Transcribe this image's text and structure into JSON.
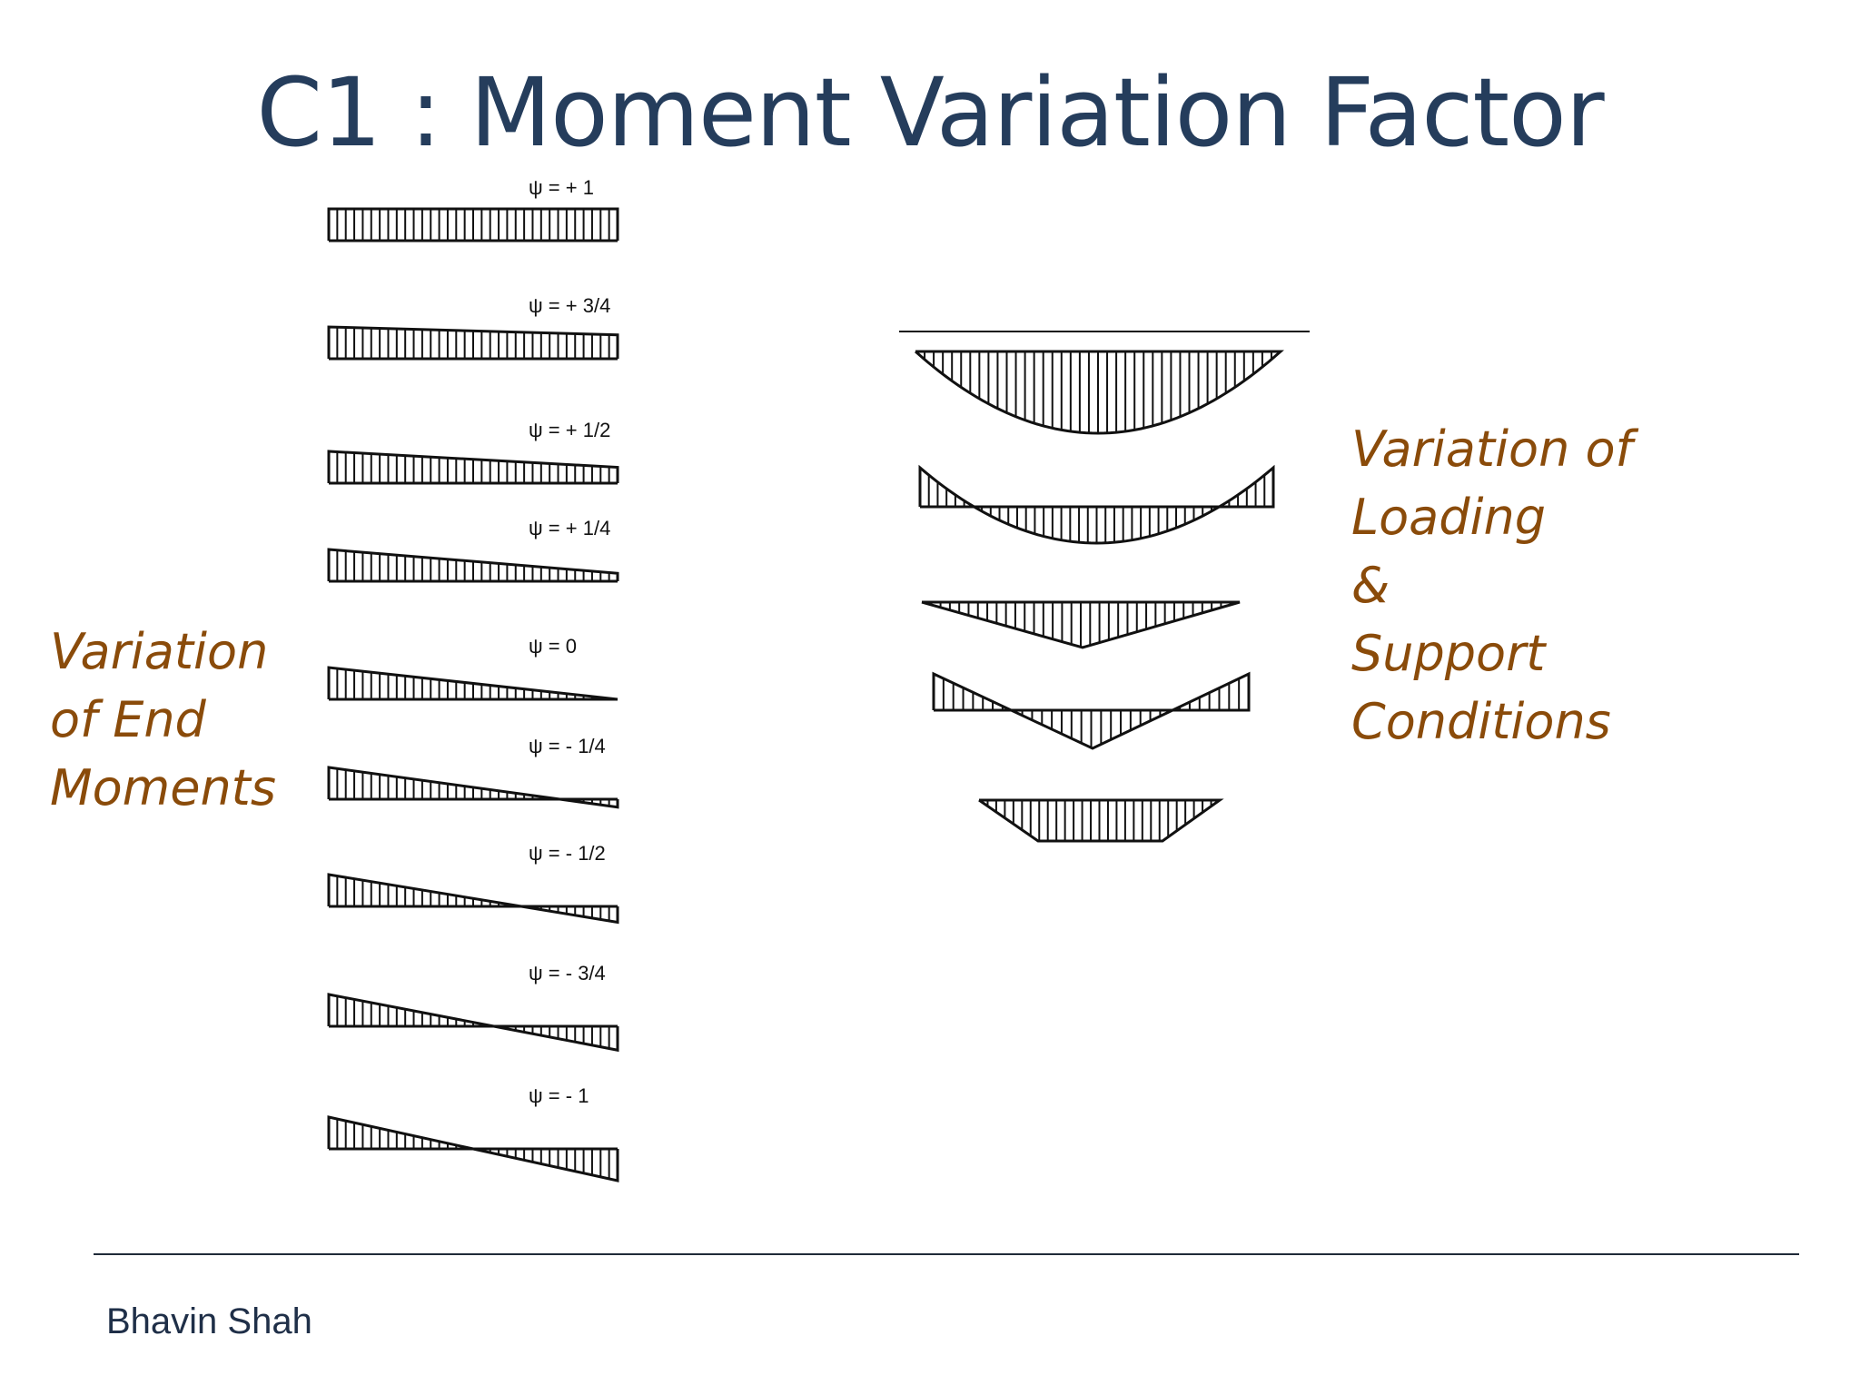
{
  "title": "C1 : Moment Variation Factor",
  "left_label": {
    "lines": [
      "Variation",
      "of End",
      "Moments"
    ]
  },
  "right_label": {
    "lines": [
      "Variation of",
      "Loading",
      "&",
      "Support",
      "Conditions"
    ]
  },
  "end_moment_diagrams": [
    {
      "label": "ψ = + 1",
      "psi": 1.0
    },
    {
      "label": "ψ = + 3/4",
      "psi": 0.75
    },
    {
      "label": "ψ = + 1/2",
      "psi": 0.5
    },
    {
      "label": "ψ = + 1/4",
      "psi": 0.25
    },
    {
      "label": "ψ = 0",
      "psi": 0.0
    },
    {
      "label": "ψ = - 1/4",
      "psi": -0.25
    },
    {
      "label": "ψ = - 1/2",
      "psi": -0.5
    },
    {
      "label": "ψ = - 3/4",
      "psi": -0.75
    },
    {
      "label": "ψ = - 1",
      "psi": -1.0
    }
  ],
  "loading_diagrams": [
    {
      "shape": "parabola"
    },
    {
      "shape": "parabola-with-end-moments"
    },
    {
      "shape": "triangle"
    },
    {
      "shape": "triangle-with-end-moments"
    },
    {
      "shape": "trapezoid"
    }
  ],
  "colors": {
    "title": "#253d5c",
    "label_orange": "#8a4b0a",
    "line": "#111111"
  },
  "footer": {
    "author": "Bhavin Shah"
  }
}
